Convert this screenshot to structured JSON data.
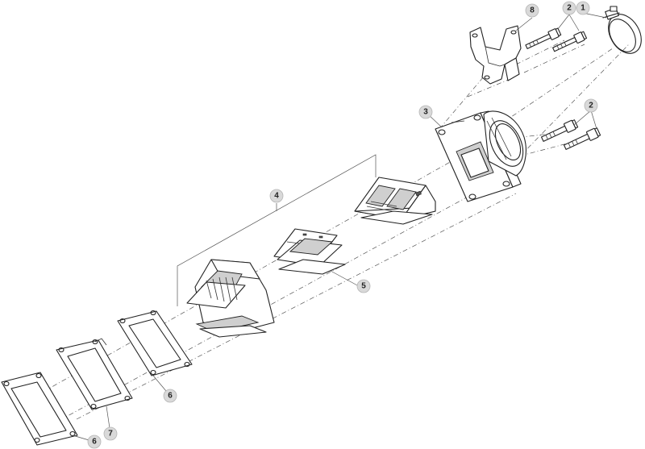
{
  "callouts": [
    {
      "id": "c1",
      "label": "1"
    },
    {
      "id": "c2a",
      "label": "2"
    },
    {
      "id": "c2b",
      "label": "2"
    },
    {
      "id": "c3",
      "label": "3"
    },
    {
      "id": "c4",
      "label": "4"
    },
    {
      "id": "c5",
      "label": "5"
    },
    {
      "id": "c6a",
      "label": "6"
    },
    {
      "id": "c6b",
      "label": "6"
    },
    {
      "id": "c7",
      "label": "7"
    },
    {
      "id": "c8",
      "label": "8"
    }
  ]
}
